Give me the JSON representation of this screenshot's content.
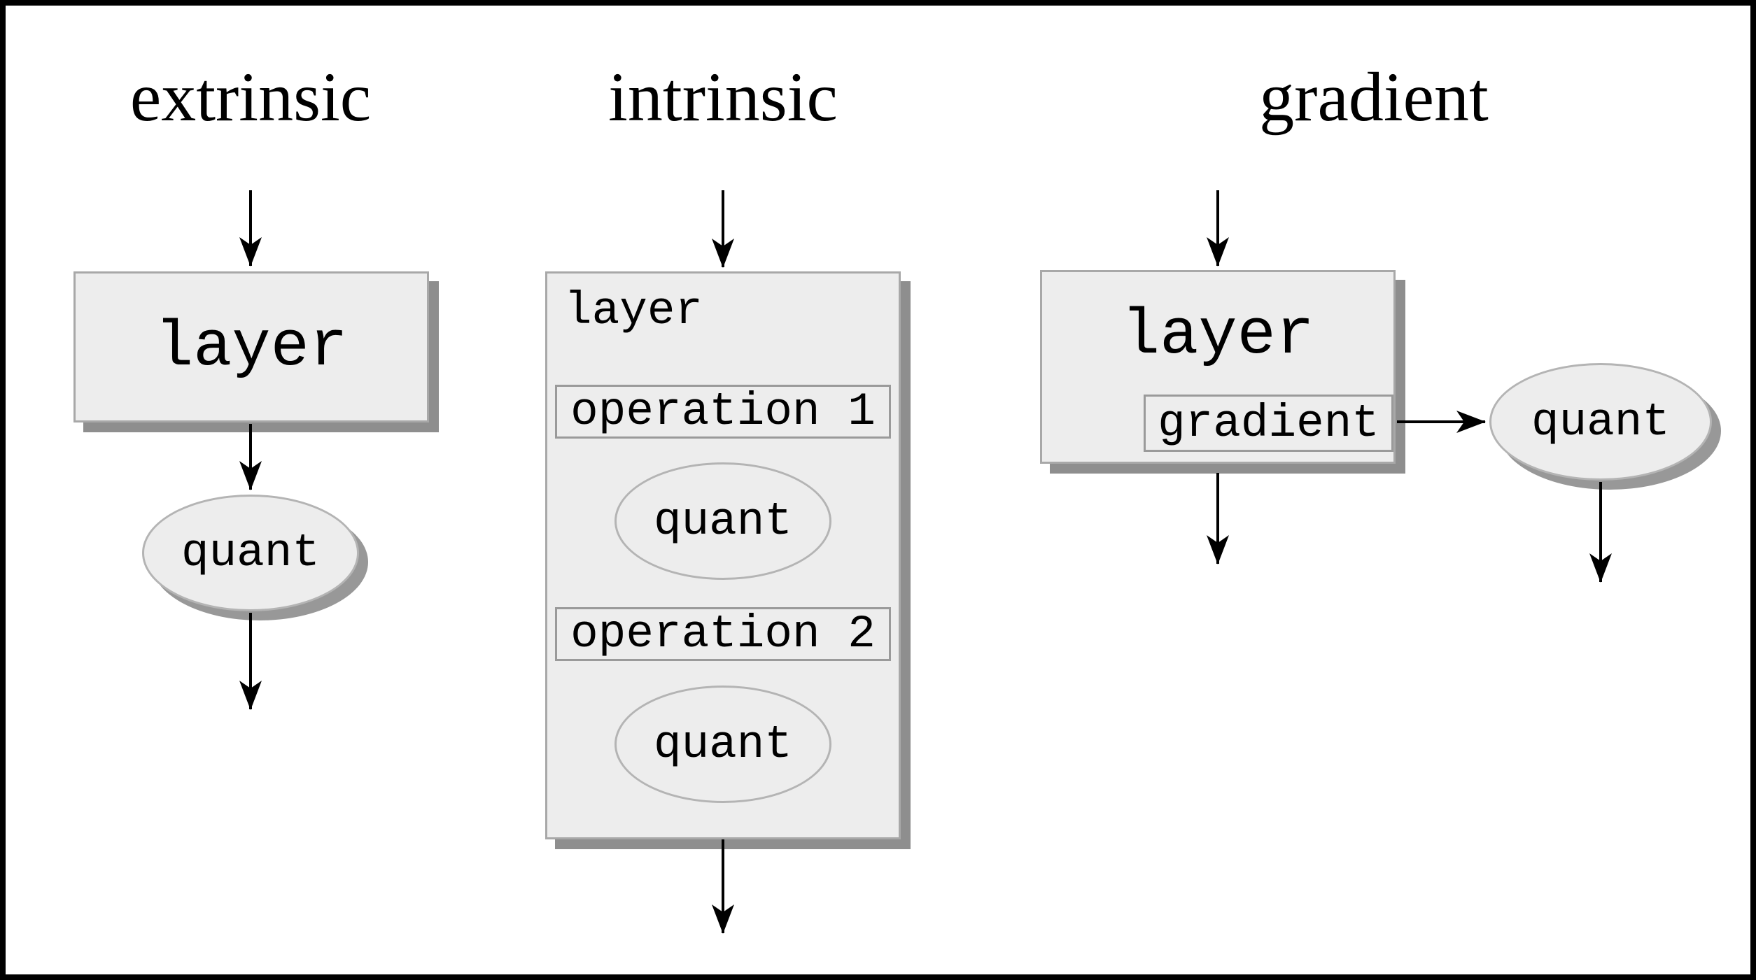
{
  "figure": {
    "columns": [
      {
        "title": "extrinsic",
        "layer_label": "layer",
        "quant_label": "quant"
      },
      {
        "title": "intrinsic",
        "layer_label": "layer",
        "operation1_label": "operation 1",
        "quant1_label": "quant",
        "operation2_label": "operation 2",
        "quant2_label": "quant"
      },
      {
        "title": "gradient",
        "layer_label": "layer",
        "gradient_label": "gradient",
        "quant_label": "quant"
      }
    ],
    "colors": {
      "background": "#ffffff",
      "frame": "#000000",
      "node_fill": "#ededed",
      "node_border": "#a8a8a8",
      "inner_box_border": "#9a9a9a",
      "ellipse_border": "#b4b4b4",
      "shadow": "#8e8e8e",
      "arrow": "#000000"
    }
  }
}
